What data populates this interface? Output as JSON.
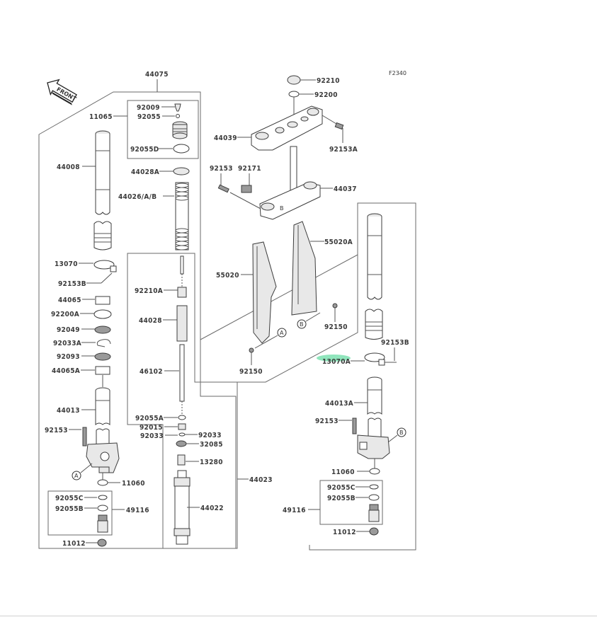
{
  "diagram": {
    "figure_code": "F2340",
    "front_indicator": "FRONT",
    "highlight_color": "#7de0b0",
    "highlighted_part": "13070A",
    "callout_markers": [
      "A",
      "B"
    ],
    "labels": {
      "p44075": "44075",
      "p92009": "92009",
      "p92055": "92055",
      "p11065": "11065",
      "p92055D": "92055D",
      "p44008": "44008",
      "p44028A": "44028A",
      "p44026AB": "44026/A/B",
      "p13070": "13070",
      "p92153B_left": "92153B",
      "p44065": "44065",
      "p92200A": "92200A",
      "p92049": "92049",
      "p92033A": "92033A",
      "p92093": "92093",
      "p44065A": "44065A",
      "p44013": "44013",
      "p92153_left": "92153",
      "p11060_left": "11060",
      "p92055C_left": "92055C",
      "p92055B_left": "92055B",
      "p49116_left": "49116",
      "p11012_left": "11012",
      "p92210A": "92210A",
      "p44028": "44028",
      "p46102": "46102",
      "p92055A": "92055A",
      "p92015": "92015",
      "p92033_l": "92033",
      "p92033_r": "92033",
      "p32085": "32085",
      "p13280": "13280",
      "p44022": "44022",
      "p44023": "44023",
      "p92210": "92210",
      "p92200": "92200",
      "p44039": "44039",
      "p92153A": "92153A",
      "p92153_mid": "92153",
      "p92171": "92171",
      "p44037": "44037",
      "p55020A": "55020A",
      "p55020": "55020",
      "p92150_a": "92150",
      "p92150_b": "92150",
      "p13070A": "13070A",
      "p92153B_right": "92153B",
      "p44013A": "44013A",
      "p92153_right": "92153",
      "p11060_right": "11060",
      "p92055C_right": "92055C",
      "p92055B_right": "92055B",
      "p49116_right": "49116",
      "p11012_right": "11012"
    }
  }
}
